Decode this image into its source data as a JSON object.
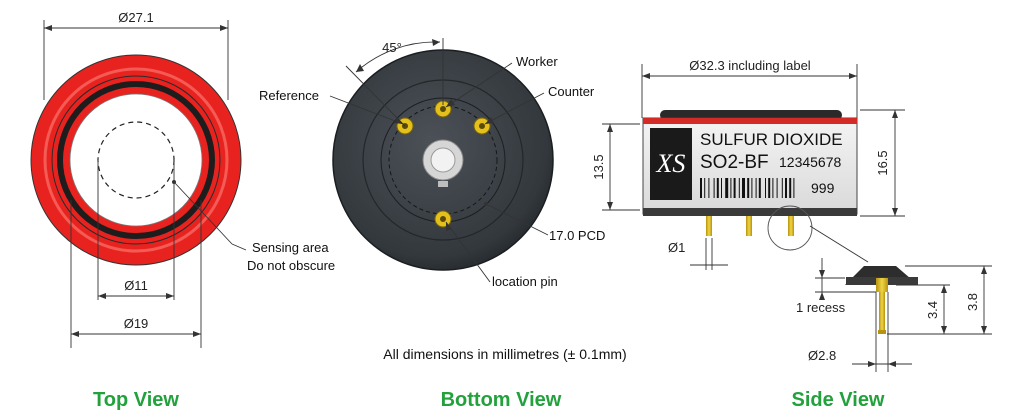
{
  "top_view": {
    "title": "Top View",
    "dim_outer": "Ø27.1",
    "dim_inner": "Ø11",
    "dim_mid": "Ø19",
    "sensing_label_1": "Sensing area",
    "sensing_label_2": "Do not obscure"
  },
  "bottom_view": {
    "title": "Bottom View",
    "angle": "45°",
    "reference": "Reference",
    "worker": "Worker",
    "counter": "Counter",
    "pcd": "17.0 PCD",
    "location_pin": "location pin"
  },
  "side_view": {
    "title": "Side View",
    "dim_width": "Ø32.3 including label",
    "dim_height_body": "13.5",
    "dim_height_total": "16.5",
    "dim_pin": "Ø1",
    "recess": "1 recess",
    "dim_34": "3.4",
    "dim_38": "3.8",
    "dim_28": "Ø2.8",
    "label_gas": "SULFUR DIOXIDE",
    "label_model": "SO2-BF",
    "label_serial": "12345678",
    "label_code": "999",
    "logo_text": "XS"
  },
  "footnote": "All dimensions in millimetres (± 0.1mm)",
  "colors": {
    "accent_red": "#e8231f",
    "view_title_green": "#22a13c",
    "body_dark": "#3a3f44",
    "pin_gold": "#e3c01c"
  }
}
